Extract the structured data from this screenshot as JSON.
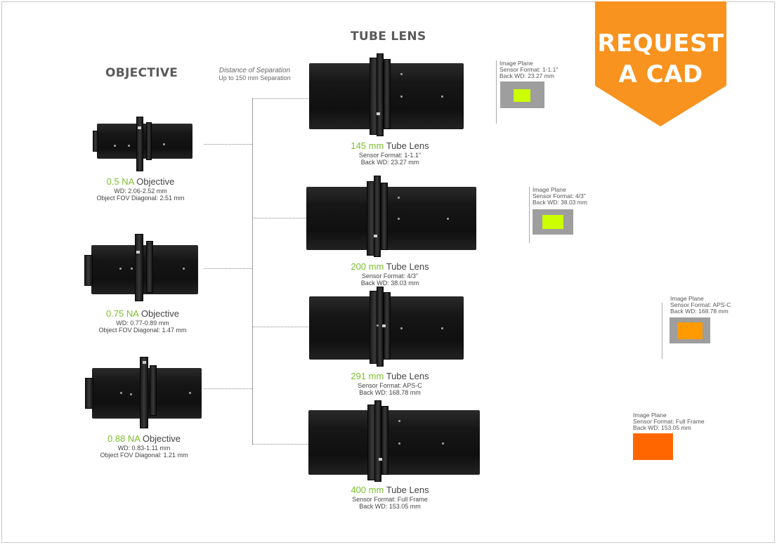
{
  "headings": {
    "objective": "OBJECTIVE",
    "tube_lens": "TUBE LENS"
  },
  "separation": {
    "line1": "Distance of Separation",
    "line2": "Up to 150 mm Separation"
  },
  "cta": {
    "line1": "REQUEST",
    "line2": "A CAD",
    "color": "#f7931e"
  },
  "colors": {
    "accent_green": "#7cbf2c",
    "sensor_green": "#ccff00",
    "sensor_orange": "#ff9a00",
    "sensor_dark_orange": "#ff6600"
  },
  "objectives": [
    {
      "na": "0.5 NA",
      "suffix": " Objective",
      "wd": "WD: 2.06-2.52 mm",
      "fov": "Object FOV Diagonal: 2.51 mm"
    },
    {
      "na": "0.75 NA",
      "suffix": " Objective",
      "wd": "WD: 0.77-0.89 mm",
      "fov": "Object FOV Diagonal: 1.47 mm"
    },
    {
      "na": "0.88 NA",
      "suffix": " Objective",
      "wd": "WD: 0.83-1.11 mm",
      "fov": "Object FOV Diagonal: 1.21 mm"
    }
  ],
  "tube_lenses": [
    {
      "focal": "145 mm",
      "suffix": " Tube Lens",
      "sensor": "Sensor Format: 1-1.1\"",
      "bwd": "Back WD: 23.27 mm"
    },
    {
      "focal": "200 mm",
      "suffix": " Tube Lens",
      "sensor": "Sensor Format: 4/3\"",
      "bwd": "Back WD: 38.03 mm"
    },
    {
      "focal": "291 mm",
      "suffix": " Tube Lens",
      "sensor": "Sensor Format: APS-C",
      "bwd": "Back WD: 168.78 mm"
    },
    {
      "focal": "400 mm",
      "suffix": " Tube Lens",
      "sensor": "Sensor Format: Full Frame",
      "bwd": "Back WD: 153.05 mm"
    }
  ],
  "image_planes": [
    {
      "title": "Image Plane",
      "sensor": "Sensor Format: 1-1.1\"",
      "bwd": "Back WD: 23.27 mm"
    },
    {
      "title": "Image Plane",
      "sensor": "Sensor Format: 4/3\"",
      "bwd": "Back WD: 38.03 mm"
    },
    {
      "title": "Image Plane",
      "sensor": "Sensor Format: APS-C",
      "bwd": "Back WD: 168.78 mm"
    },
    {
      "title": "Image Plane",
      "sensor": "Sensor Format: Full Frame",
      "bwd": "Back WD: 153.05 mm"
    }
  ]
}
